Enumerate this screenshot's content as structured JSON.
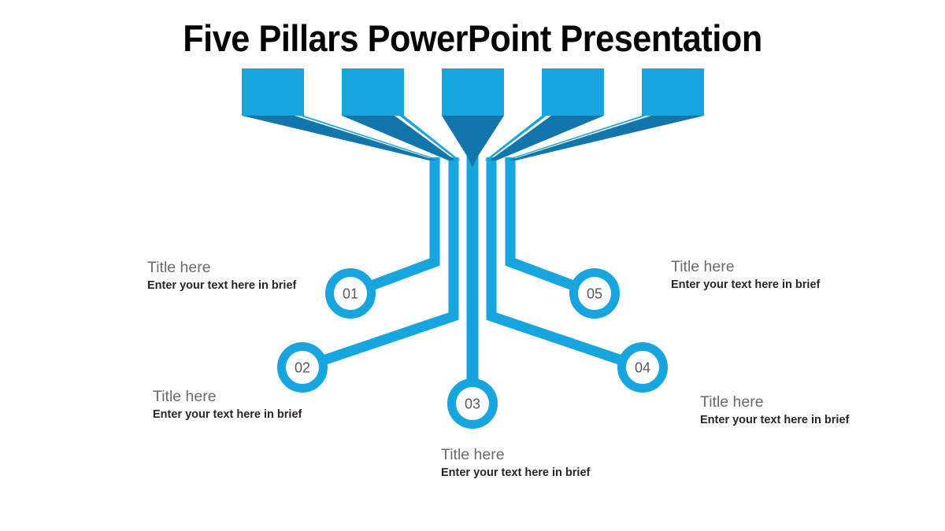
{
  "slide": {
    "title": "Five Pillars PowerPoint Presentation"
  },
  "colors": {
    "pillar_light_blue": "#16A5DE",
    "pillar_dark_blue": "#1276AA",
    "node_number_gray": "#595959",
    "placeholder_title_gray": "#6A6A6A",
    "placeholder_body_dark": "#262626",
    "background": "#FFFFFF",
    "title_text": "#050505"
  },
  "pillars": [
    {
      "number": "01",
      "title": "Title here",
      "body": "Enter your text here in brief"
    },
    {
      "number": "02",
      "title": "Title here",
      "body": "Enter your text here in brief"
    },
    {
      "number": "03",
      "title": "Title here",
      "body": "Enter your text here in brief"
    },
    {
      "number": "04",
      "title": "Title here",
      "body": "Enter your text here in brief"
    },
    {
      "number": "05",
      "title": "Title here",
      "body": "Enter your text here in brief"
    }
  ]
}
